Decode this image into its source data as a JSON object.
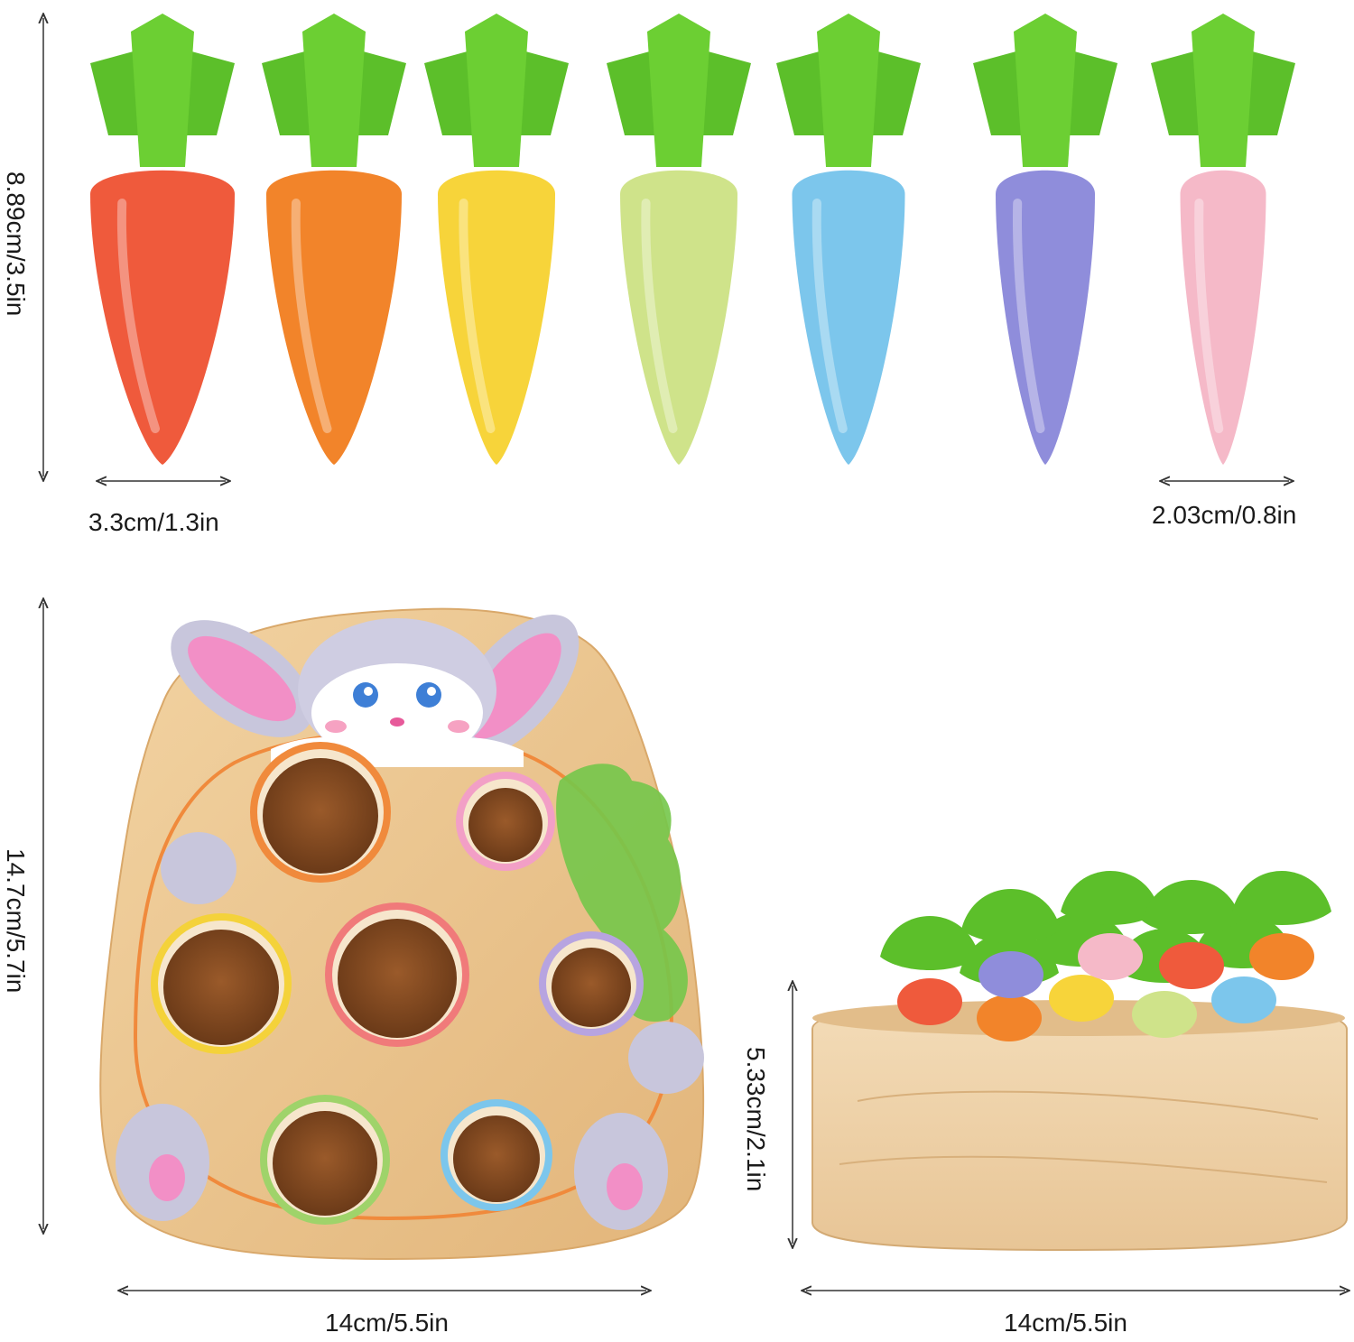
{
  "dimensions": {
    "carrot_height": "8.89cm/3.5in",
    "carrot_width_large": "3.3cm/1.3in",
    "carrot_width_small": "2.03cm/0.8in",
    "board_height": "14.7cm/5.7in",
    "board_width": "14cm/5.5in",
    "box_height": "5.33cm/2.1in",
    "box_width": "14cm/5.5in"
  },
  "carrot_colors": [
    "#ef5a3c",
    "#f2842a",
    "#f7d43a",
    "#cfe38a",
    "#7cc6ec",
    "#8f8ddb",
    "#f5b9c8"
  ],
  "leaf_color": "#5cbf2a",
  "wood_color": "#e9c48f",
  "hole_ring_colors": [
    "#f08a3c",
    "#f29fc6",
    "#f4d23a",
    "#f07a7a",
    "#b7a4e0",
    "#9fd36a",
    "#7cc6ec"
  ]
}
